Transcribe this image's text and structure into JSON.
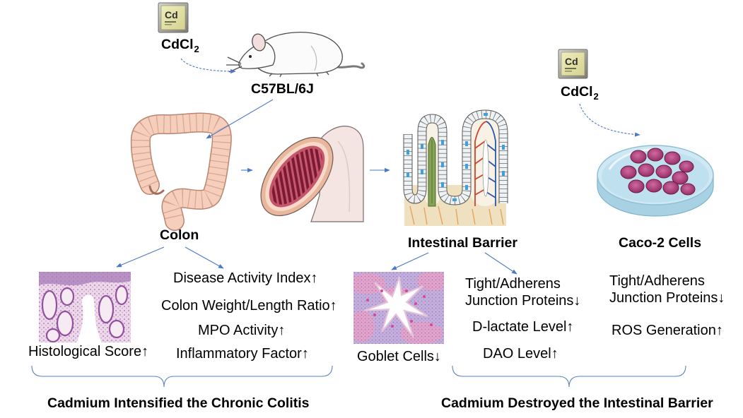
{
  "diagram": {
    "left_reagent": {
      "element_symbol": "Cd",
      "formula": "CdCl",
      "subscript": "2"
    },
    "mouse_strain": "C57BL/6J",
    "colon_label": "Colon",
    "barrier_label": "Intestinal Barrier",
    "right_reagent": {
      "element_symbol": "Cd",
      "formula": "CdCl",
      "subscript": "2"
    },
    "cell_line_label": "Caco-2 Cells",
    "colon_outcomes": {
      "histology": "Histological Score↑",
      "dai": "Disease Activity Index↑",
      "weight_length": "Colon Weight/Length Ratio↑",
      "mpo": "MPO Activity↑",
      "inflammatory": "Inflammatory Factor↑"
    },
    "barrier_outcomes": {
      "goblet": "Goblet Cells↓",
      "junction_lines": [
        "Tight/Adherens",
        "Junction Proteins↓"
      ],
      "dlactate": "D-lactate Level↑",
      "dao": "DAO Level↑"
    },
    "cell_outcomes": {
      "junction_lines": [
        "Tight/Adherens",
        "Junction Proteins↓"
      ],
      "ros": "ROS Generation↑"
    },
    "conclusions": {
      "colitis": "Cadmium Intensified the Chronic Colitis",
      "barrier": "Cadmium Destroyed the Intestinal Barrier"
    }
  },
  "icons": {
    "reagent": "cadmium-element-tile-icon",
    "animal": "mouse-illustration",
    "organ": "colon-illustration",
    "section": "intestine-cross-section-illustration",
    "tissue": "intestinal-villi-illustration",
    "culture": "petri-dish-cells-illustration"
  },
  "colors": {
    "arrow": "#4a78c2",
    "brace": "#5b80bd",
    "text": "#000000",
    "cell": "#b03a78",
    "dish": "#cfe8f3"
  }
}
